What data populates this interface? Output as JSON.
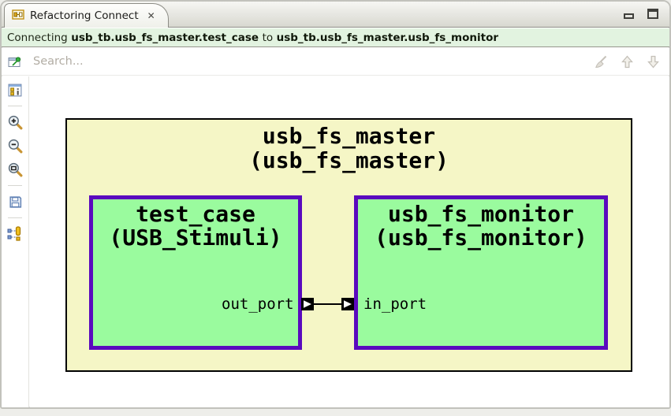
{
  "window": {
    "tab": {
      "icon": "refactoring-connect-icon",
      "title": "Refactoring Connect",
      "close_glyph": "✕"
    },
    "controls": [
      "minimize-icon",
      "maximize-icon"
    ]
  },
  "info_bar": {
    "prefix": "Connecting",
    "source": "usb_tb.usb_fs_master.test_case",
    "connector": "to",
    "target": "usb_tb.usb_fs_master.usb_fs_monitor",
    "background": "#e2f3e0"
  },
  "toolbar": {
    "pin_icon": "pin-editor-icon",
    "search_placeholder": "Search...",
    "actions": [
      {
        "icon": "broom-icon",
        "enabled": false
      },
      {
        "icon": "arrow-up-icon",
        "enabled": false
      },
      {
        "icon": "arrow-down-icon",
        "enabled": false
      }
    ]
  },
  "sidebar": {
    "tools": [
      "legend-icon",
      "zoom-in-icon",
      "zoom-out-icon",
      "zoom-fit-icon",
      "save-icon",
      "show-ports-icon"
    ]
  },
  "diagram": {
    "colors": {
      "container_fill": "#f5f6c6",
      "container_border": "#000000",
      "component_fill": "#9afb9e",
      "component_border": "#5a0abe",
      "connector": "#000000"
    },
    "container": {
      "instance": "usb_fs_master",
      "type": "(usb_fs_master)"
    },
    "components": [
      {
        "instance": "test_case",
        "type": "(USB_Stimuli)",
        "port": "out_port",
        "port_direction": "output"
      },
      {
        "instance": "usb_fs_monitor",
        "type": "(usb_fs_monitor)",
        "port": "in_port",
        "port_direction": "input"
      }
    ],
    "connection": {
      "from": "out_port",
      "to": "in_port"
    }
  }
}
